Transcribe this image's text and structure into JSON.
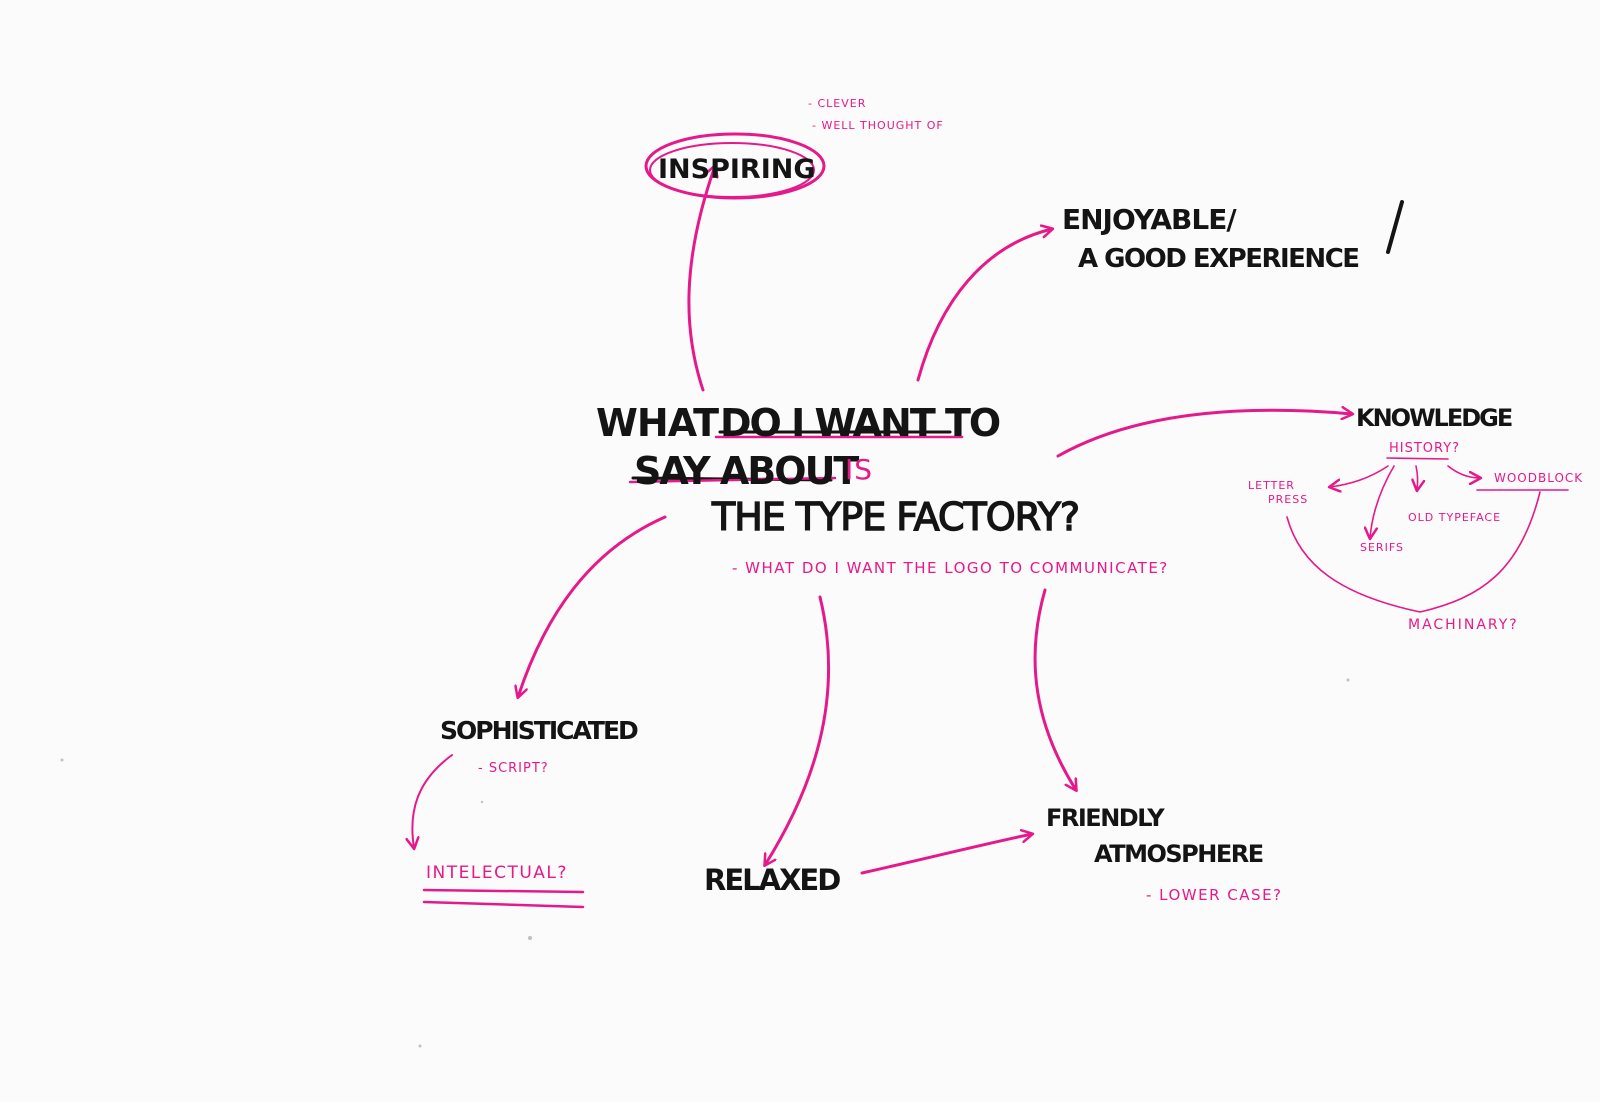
{
  "colors": {
    "paper": "#fbfbfb",
    "ink": "#141414",
    "accent": "#e6198a"
  },
  "center": {
    "line1_what": "WHAT",
    "line1_struck": "DO I WANT TO",
    "line2_struck": "SAY ABOUT",
    "line2_is": "IS",
    "line3": "THE TYPE FACTORY?",
    "subquestion": "- WHAT DO I WANT THE LOGO TO COMMUNICATE?"
  },
  "nodes": {
    "inspiring": {
      "label": "INSPIRING",
      "notes": [
        "- CLEVER",
        "- WELL THOUGHT OF"
      ]
    },
    "enjoyable": {
      "line1": "ENJOYABLE/",
      "line2": "A GOOD EXPERIENCE"
    },
    "knowledge": {
      "label": "KNOWLEDGE",
      "history": "HISTORY?",
      "letterpress": [
        "LETTER",
        "PRESS"
      ],
      "woodblock": "WOODBLOCK",
      "old_typeface": "OLD TYPEFACE",
      "serifs": "SERIFS",
      "machinary": "MACHINARY?"
    },
    "sophisticated": {
      "label": "SOPHISTICATED",
      "note": "- SCRIPT?"
    },
    "intelectual": {
      "label": "INTELECTUAL?"
    },
    "relaxed": {
      "label": "RELAXED"
    },
    "friendly": {
      "line1": "FRIENDLY",
      "line2": "ATMOSPHERE",
      "note": "- LOWER CASE?"
    }
  }
}
